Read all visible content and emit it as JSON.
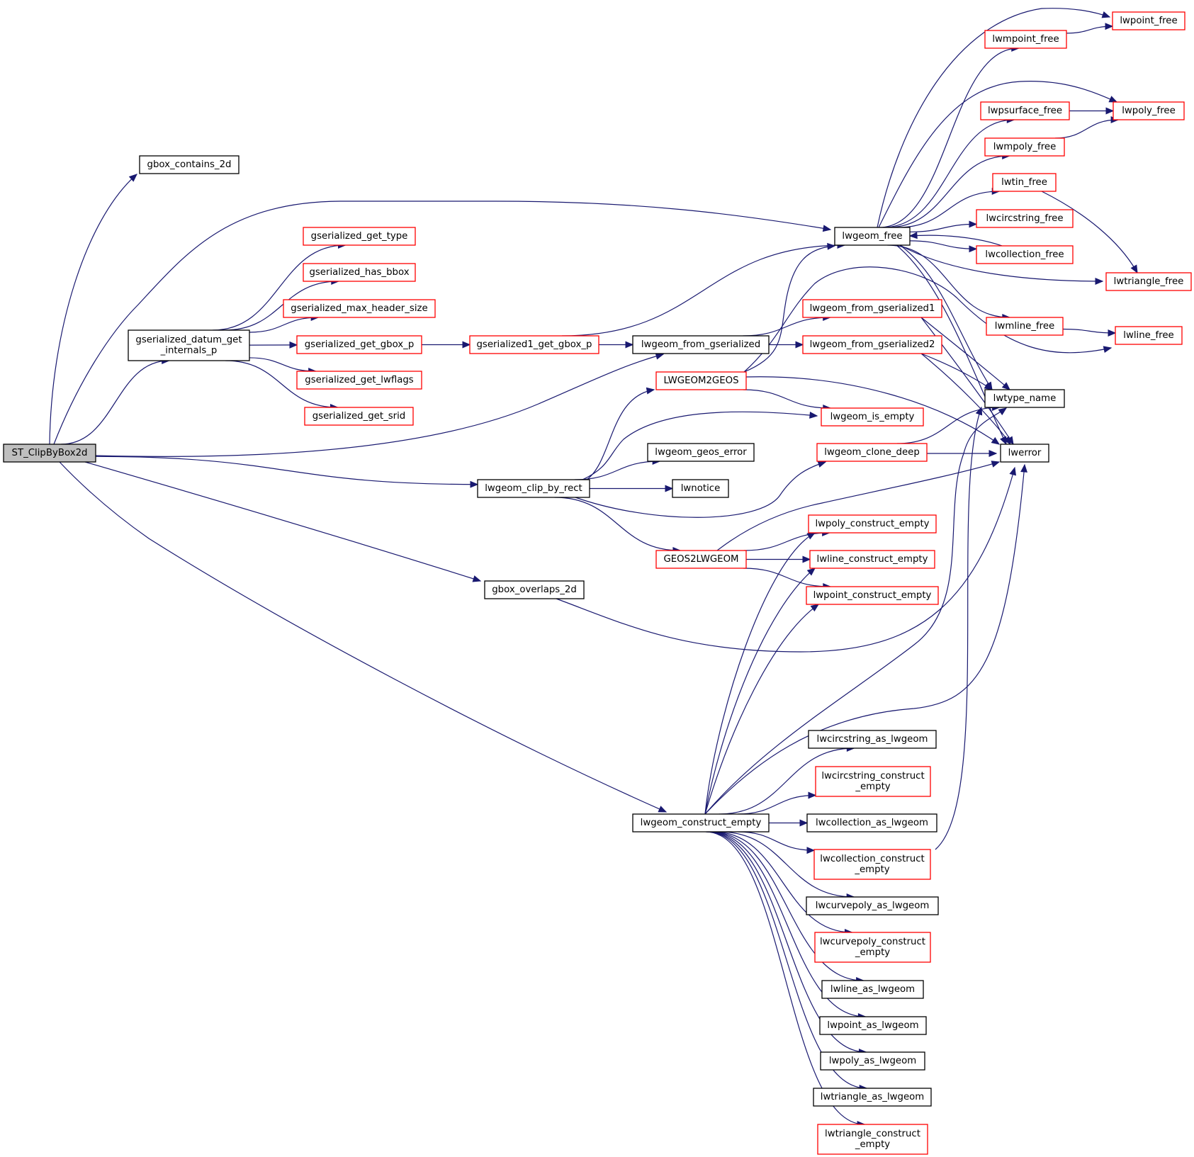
{
  "nodes": [
    {
      "id": "st_clipbybox2d",
      "label": "ST_ClipByBox2d",
      "kind": "root"
    },
    {
      "id": "gbox_contains_2d",
      "label": "gbox_contains_2d",
      "kind": "black"
    },
    {
      "id": "gserialized_datum_get_internals_p",
      "label": "gserialized_datum_get\n_internals_p",
      "kind": "black"
    },
    {
      "id": "gserialized_get_type",
      "label": "gserialized_get_type",
      "kind": "red"
    },
    {
      "id": "gserialized_has_bbox",
      "label": "gserialized_has_bbox",
      "kind": "red"
    },
    {
      "id": "gserialized_max_header_size",
      "label": "gserialized_max_header_size",
      "kind": "red"
    },
    {
      "id": "gserialized_get_gbox_p",
      "label": "gserialized_get_gbox_p",
      "kind": "red"
    },
    {
      "id": "gserialized_get_lwflags",
      "label": "gserialized_get_lwflags",
      "kind": "red"
    },
    {
      "id": "gserialized_get_srid",
      "label": "gserialized_get_srid",
      "kind": "red"
    },
    {
      "id": "gserialized1_get_gbox_p",
      "label": "gserialized1_get_gbox_p",
      "kind": "red"
    },
    {
      "id": "lwgeom_from_gserialized",
      "label": "lwgeom_from_gserialized",
      "kind": "black"
    },
    {
      "id": "lwgeom_clip_by_rect",
      "label": "lwgeom_clip_by_rect",
      "kind": "black"
    },
    {
      "id": "gbox_overlaps_2d",
      "label": "gbox_overlaps_2d",
      "kind": "black"
    },
    {
      "id": "lwgeom_construct_empty",
      "label": "lwgeom_construct_empty",
      "kind": "black"
    },
    {
      "id": "lwgeom2geos",
      "label": "LWGEOM2GEOS",
      "kind": "red"
    },
    {
      "id": "lwgeom_geos_error",
      "label": "lwgeom_geos_error",
      "kind": "black"
    },
    {
      "id": "lwnotice",
      "label": "lwnotice",
      "kind": "black"
    },
    {
      "id": "geos2lwgeom",
      "label": "GEOS2LWGEOM",
      "kind": "red"
    },
    {
      "id": "lwgeom_free",
      "label": "lwgeom_free",
      "kind": "black"
    },
    {
      "id": "lwgeom_from_gserialized1",
      "label": "lwgeom_from_gserialized1",
      "kind": "red"
    },
    {
      "id": "lwgeom_from_gserialized2",
      "label": "lwgeom_from_gserialized2",
      "kind": "red"
    },
    {
      "id": "lwgeom_is_empty",
      "label": "lwgeom_is_empty",
      "kind": "red"
    },
    {
      "id": "lwgeom_clone_deep",
      "label": "lwgeom_clone_deep",
      "kind": "red"
    },
    {
      "id": "lwpoly_construct_empty",
      "label": "lwpoly_construct_empty",
      "kind": "red"
    },
    {
      "id": "lwline_construct_empty",
      "label": "lwline_construct_empty",
      "kind": "red"
    },
    {
      "id": "lwpoint_construct_empty",
      "label": "lwpoint_construct_empty",
      "kind": "red"
    },
    {
      "id": "lwcircstring_as_lwgeom",
      "label": "lwcircstring_as_lwgeom",
      "kind": "black"
    },
    {
      "id": "lwcircstring_construct_empty",
      "label": "lwcircstring_construct\n_empty",
      "kind": "red"
    },
    {
      "id": "lwcollection_as_lwgeom",
      "label": "lwcollection_as_lwgeom",
      "kind": "black"
    },
    {
      "id": "lwcollection_construct_empty",
      "label": "lwcollection_construct\n_empty",
      "kind": "red"
    },
    {
      "id": "lwcurvepoly_as_lwgeom",
      "label": "lwcurvepoly_as_lwgeom",
      "kind": "black"
    },
    {
      "id": "lwcurvepoly_construct_empty",
      "label": "lwcurvepoly_construct\n_empty",
      "kind": "red"
    },
    {
      "id": "lwline_as_lwgeom",
      "label": "lwline_as_lwgeom",
      "kind": "black"
    },
    {
      "id": "lwpoint_as_lwgeom",
      "label": "lwpoint_as_lwgeom",
      "kind": "black"
    },
    {
      "id": "lwpoly_as_lwgeom",
      "label": "lwpoly_as_lwgeom",
      "kind": "black"
    },
    {
      "id": "lwtriangle_as_lwgeom",
      "label": "lwtriangle_as_lwgeom",
      "kind": "black"
    },
    {
      "id": "lwtriangle_construct_empty",
      "label": "lwtriangle_construct\n_empty",
      "kind": "red"
    },
    {
      "id": "lwmpoint_free",
      "label": "lwmpoint_free",
      "kind": "red"
    },
    {
      "id": "lwpoint_free",
      "label": "lwpoint_free",
      "kind": "red"
    },
    {
      "id": "lwpsurface_free",
      "label": "lwpsurface_free",
      "kind": "red"
    },
    {
      "id": "lwpoly_free",
      "label": "lwpoly_free",
      "kind": "red"
    },
    {
      "id": "lwmpoly_free",
      "label": "lwmpoly_free",
      "kind": "red"
    },
    {
      "id": "lwtin_free",
      "label": "lwtin_free",
      "kind": "red"
    },
    {
      "id": "lwcircstring_free",
      "label": "lwcircstring_free",
      "kind": "red"
    },
    {
      "id": "lwcollection_free",
      "label": "lwcollection_free",
      "kind": "red"
    },
    {
      "id": "lwtriangle_free",
      "label": "lwtriangle_free",
      "kind": "red"
    },
    {
      "id": "lwmline_free",
      "label": "lwmline_free",
      "kind": "red"
    },
    {
      "id": "lwline_free",
      "label": "lwline_free",
      "kind": "red"
    },
    {
      "id": "lwtype_name",
      "label": "lwtype_name",
      "kind": "black"
    },
    {
      "id": "lwerror",
      "label": "lwerror",
      "kind": "black"
    }
  ],
  "edges": [
    [
      "st_clipbybox2d",
      "gbox_contains_2d"
    ],
    [
      "st_clipbybox2d",
      "lwgeom_free"
    ],
    [
      "st_clipbybox2d",
      "gserialized_datum_get_internals_p"
    ],
    [
      "st_clipbybox2d",
      "lwgeom_from_gserialized"
    ],
    [
      "st_clipbybox2d",
      "lwgeom_clip_by_rect"
    ],
    [
      "st_clipbybox2d",
      "gbox_overlaps_2d"
    ],
    [
      "st_clipbybox2d",
      "lwgeom_construct_empty"
    ],
    [
      "gserialized_datum_get_internals_p",
      "gserialized_get_type"
    ],
    [
      "gserialized_datum_get_internals_p",
      "gserialized_has_bbox"
    ],
    [
      "gserialized_datum_get_internals_p",
      "gserialized_max_header_size"
    ],
    [
      "gserialized_datum_get_internals_p",
      "gserialized_get_gbox_p"
    ],
    [
      "gserialized_datum_get_internals_p",
      "gserialized_get_lwflags"
    ],
    [
      "gserialized_datum_get_internals_p",
      "gserialized_get_srid"
    ],
    [
      "gserialized_get_gbox_p",
      "gserialized1_get_gbox_p"
    ],
    [
      "gserialized1_get_gbox_p",
      "lwgeom_free"
    ],
    [
      "gserialized1_get_gbox_p",
      "lwgeom_from_gserialized"
    ],
    [
      "lwgeom_from_gserialized",
      "lwgeom_from_gserialized1"
    ],
    [
      "lwgeom_from_gserialized",
      "lwgeom_from_gserialized2"
    ],
    [
      "lwgeom_clip_by_rect",
      "lwgeom2geos"
    ],
    [
      "lwgeom_clip_by_rect",
      "lwgeom_is_empty"
    ],
    [
      "lwgeom_clip_by_rect",
      "lwgeom_geos_error"
    ],
    [
      "lwgeom_clip_by_rect",
      "lwnotice"
    ],
    [
      "lwgeom_clip_by_rect",
      "lwgeom_clone_deep"
    ],
    [
      "lwgeom_clip_by_rect",
      "geos2lwgeom"
    ],
    [
      "lwgeom2geos",
      "lwgeom_free"
    ],
    [
      "lwgeom2geos",
      "lwline_free"
    ],
    [
      "lwgeom2geos",
      "lwgeom_is_empty"
    ],
    [
      "lwgeom2geos",
      "lwerror"
    ],
    [
      "lwgeom_from_gserialized1",
      "lwtype_name"
    ],
    [
      "lwgeom_from_gserialized1",
      "lwerror"
    ],
    [
      "lwgeom_from_gserialized2",
      "lwtype_name"
    ],
    [
      "lwgeom_from_gserialized2",
      "lwerror"
    ],
    [
      "lwgeom_clone_deep",
      "lwtype_name"
    ],
    [
      "lwgeom_clone_deep",
      "lwerror"
    ],
    [
      "geos2lwgeom",
      "lwpoly_construct_empty"
    ],
    [
      "geos2lwgeom",
      "lwline_construct_empty"
    ],
    [
      "geos2lwgeom",
      "lwpoint_construct_empty"
    ],
    [
      "geos2lwgeom",
      "lwerror"
    ],
    [
      "gbox_overlaps_2d",
      "lwerror"
    ],
    [
      "lwgeom_construct_empty",
      "lwpoly_construct_empty"
    ],
    [
      "lwgeom_construct_empty",
      "lwline_construct_empty"
    ],
    [
      "lwgeom_construct_empty",
      "lwpoint_construct_empty"
    ],
    [
      "lwgeom_construct_empty",
      "lwtype_name"
    ],
    [
      "lwgeom_construct_empty",
      "lwerror"
    ],
    [
      "lwgeom_construct_empty",
      "lwcircstring_as_lwgeom"
    ],
    [
      "lwgeom_construct_empty",
      "lwcircstring_construct_empty"
    ],
    [
      "lwgeom_construct_empty",
      "lwcollection_as_lwgeom"
    ],
    [
      "lwgeom_construct_empty",
      "lwcollection_construct_empty"
    ],
    [
      "lwgeom_construct_empty",
      "lwcurvepoly_as_lwgeom"
    ],
    [
      "lwgeom_construct_empty",
      "lwcurvepoly_construct_empty"
    ],
    [
      "lwgeom_construct_empty",
      "lwline_as_lwgeom"
    ],
    [
      "lwgeom_construct_empty",
      "lwpoint_as_lwgeom"
    ],
    [
      "lwgeom_construct_empty",
      "lwpoly_as_lwgeom"
    ],
    [
      "lwgeom_construct_empty",
      "lwtriangle_as_lwgeom"
    ],
    [
      "lwgeom_construct_empty",
      "lwtriangle_construct_empty"
    ],
    [
      "lwcollection_construct_empty",
      "lwtype_name"
    ],
    [
      "lwgeom_free",
      "lwpoint_free"
    ],
    [
      "lwgeom_free",
      "lwmpoint_free"
    ],
    [
      "lwgeom_free",
      "lwpoly_free"
    ],
    [
      "lwgeom_free",
      "lwpsurface_free"
    ],
    [
      "lwgeom_free",
      "lwmpoly_free"
    ],
    [
      "lwgeom_free",
      "lwtin_free"
    ],
    [
      "lwgeom_free",
      "lwcircstring_free"
    ],
    [
      "lwgeom_free",
      "lwcollection_free"
    ],
    [
      "lwgeom_free",
      "lwtriangle_free"
    ],
    [
      "lwgeom_free",
      "lwmline_free"
    ],
    [
      "lwgeom_free",
      "lwtype_name"
    ],
    [
      "lwgeom_free",
      "lwerror"
    ],
    [
      "lwmpoint_free",
      "lwpoint_free"
    ],
    [
      "lwpsurface_free",
      "lwpoly_free"
    ],
    [
      "lwmpoly_free",
      "lwpoly_free"
    ],
    [
      "lwtin_free",
      "lwtriangle_free"
    ],
    [
      "lwcollection_free",
      "lwgeom_free"
    ],
    [
      "lwmline_free",
      "lwline_free"
    ]
  ]
}
